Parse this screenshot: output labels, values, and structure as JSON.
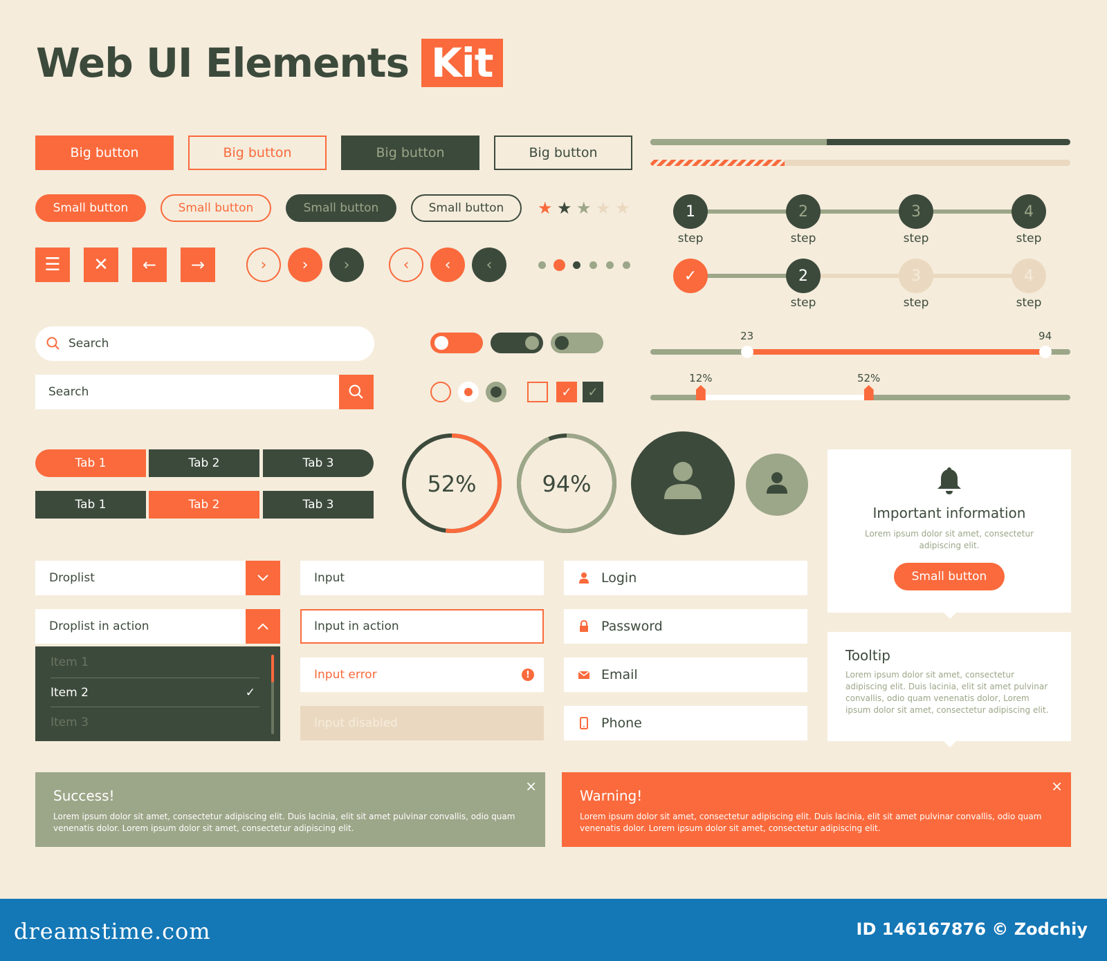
{
  "title": {
    "main": "Web UI Elements",
    "highlight": "Kit"
  },
  "big_buttons": [
    "Big button",
    "Big button",
    "Big button",
    "Big button"
  ],
  "small_buttons": [
    "Small button",
    "Small button",
    "Small button",
    "Small button"
  ],
  "rating": {
    "value": 2,
    "max": 5
  },
  "progress": {
    "top_fill": 0.42,
    "striped_fill": 0.32
  },
  "steppers": {
    "top": {
      "numbers": [
        "1",
        "2",
        "3",
        "4"
      ],
      "labels": [
        "step",
        "step",
        "step",
        "step"
      ]
    },
    "bottom": {
      "numbers": [
        "2",
        "3",
        "4"
      ],
      "labels": [
        "step",
        "step",
        "step"
      ]
    }
  },
  "search": {
    "pill_placeholder": "Search",
    "box_placeholder": "Search"
  },
  "range_slider": {
    "low": "23",
    "high": "94",
    "low_value": 23,
    "high_value": 94
  },
  "percent_slider": {
    "a": "12%",
    "b": "52%",
    "a_value": 12,
    "b_value": 52
  },
  "tabs": {
    "row1": [
      "Tab 1",
      "Tab 2",
      "Tab 3"
    ],
    "row2": [
      "Tab 1",
      "Tab 2",
      "Tab 3"
    ]
  },
  "progress_rings": [
    {
      "label": "52%",
      "value": 52
    },
    {
      "label": "94%",
      "value": 94
    }
  ],
  "droplist": {
    "closed": "Droplist",
    "open": "Droplist in action",
    "items": [
      "Item 1",
      "Item 2",
      "Item 3"
    ],
    "selected_index": 1
  },
  "inputs": {
    "default": "Input",
    "active": "Input in action",
    "error": "Input error",
    "disabled": "Input disabled"
  },
  "icon_inputs": {
    "login": "Login",
    "password": "Password",
    "email": "Email",
    "phone": "Phone"
  },
  "info_card": {
    "title": "Important information",
    "body": "Lorem ipsum dolor sit amet, consectetur adipiscing elit.",
    "button": "Small button"
  },
  "tooltip": {
    "title": "Tooltip",
    "body": "Lorem ipsum dolor sit amet, consectetur adipiscing elit. Duis lacinia, elit sit amet pulvinar convallis, odio quam venenatis dolor, Lorem ipsum dolor sit amet, consectetur adipiscing elit."
  },
  "alerts": {
    "success": {
      "title": "Success!",
      "body": "Lorem ipsum dolor sit amet, consectetur adipiscing elit. Duis lacinia, elit sit amet pulvinar convallis, odio quam venenatis dolor. Lorem ipsum dolor sit amet, consectetur adipiscing elit.",
      "close": "×"
    },
    "warning": {
      "title": "Warning!",
      "body": "Lorem ipsum dolor sit amet, consectetur adipiscing elit. Duis lacinia, elit sit amet pulvinar convallis, odio quam venenatis dolor. Lorem ipsum dolor sit amet, consectetur adipiscing elit.",
      "close": "×"
    }
  },
  "footer": {
    "brand": "dreamstime.com",
    "id": "ID 146167876 © Zodchiy"
  },
  "colors": {
    "orange": "#fa6a3c",
    "dark": "#3c4a3c",
    "sage": "#9ca688",
    "bg": "#f5ecdc",
    "footer": "#1477b6"
  }
}
